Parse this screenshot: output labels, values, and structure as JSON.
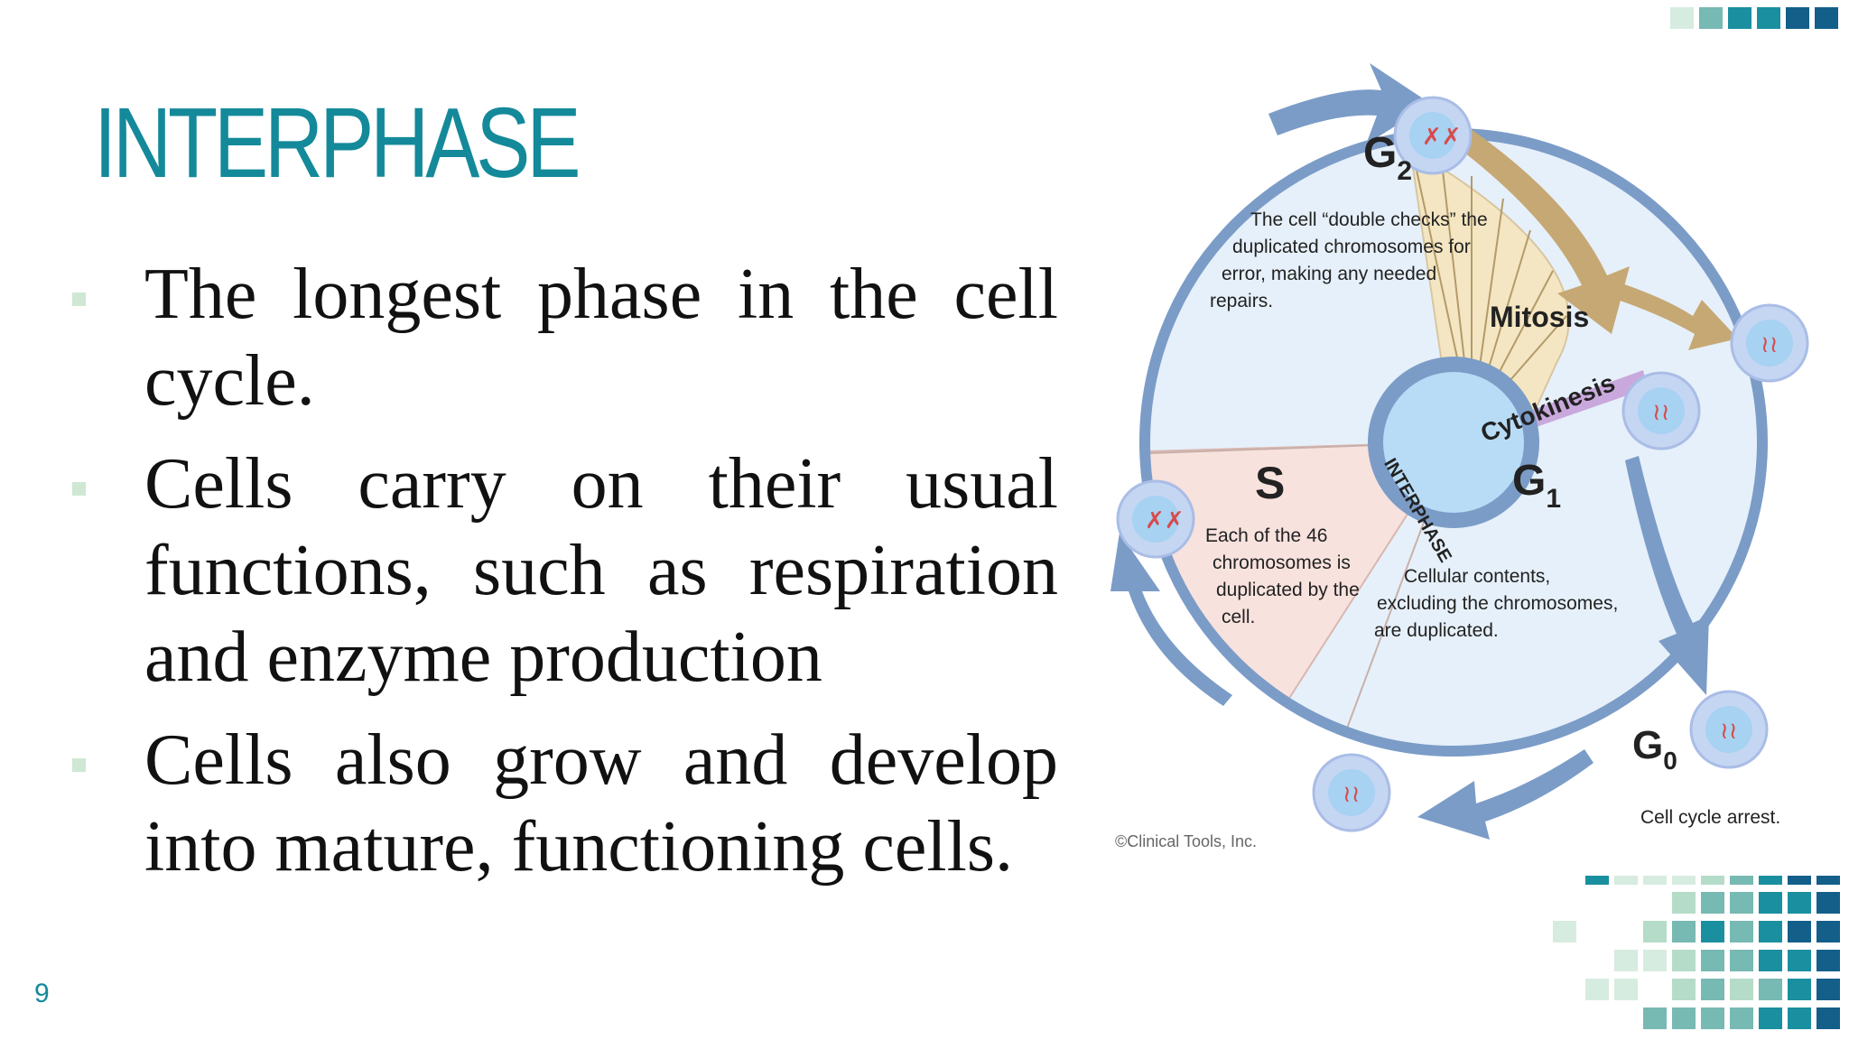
{
  "slide": {
    "title": "INTERPHASE",
    "page_number": "9",
    "bullets": [
      {
        "text": "The longest phase in the cell cycle."
      },
      {
        "text": "Cells carry on their usual functions, such as respiration and enzyme production"
      },
      {
        "text": "Cells also grow and develop into mature, functioning cells."
      }
    ]
  },
  "diagram": {
    "g2_label": "G",
    "g2_sub": "2",
    "g2_desc": [
      "The cell “double checks” the",
      "duplicated chromosomes for",
      "error, making any needed",
      "repairs."
    ],
    "mitosis_label": "Mitosis",
    "cytokinesis_label": "Cytokinesis",
    "s_label": "S",
    "s_desc": [
      "Each of the 46",
      "chromosomes is",
      "duplicated by the",
      "cell."
    ],
    "g1_label": "G",
    "g1_sub": "1",
    "g1_desc": [
      "Cellular contents,",
      "excluding the chromosomes,",
      "are duplicated."
    ],
    "interphase_label": "INTERPHASE",
    "g0_label": "G",
    "g0_sub": "0",
    "g0_desc": "Cell cycle arrest.",
    "credit": "©Clinical Tools, Inc."
  },
  "colors": {
    "title": "#14899a",
    "text": "#111111",
    "ring": "#7b9cc7",
    "g_phase_fill": "#e6f0fa",
    "s_phase_fill": "#f8e2de",
    "mitosis_fill": "#f4e6c2",
    "mitosis_arrow": "#c6a874",
    "cytokinesis_fill": "#c9a9dd"
  }
}
